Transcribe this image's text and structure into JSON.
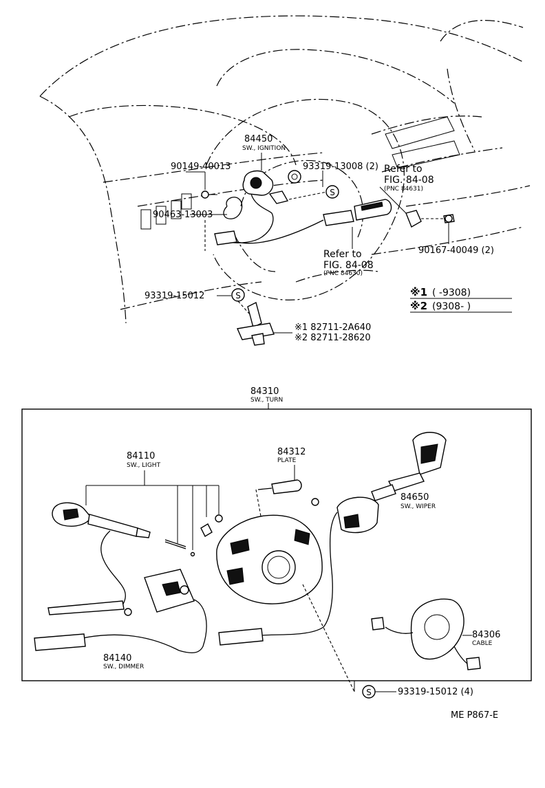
{
  "top": {
    "ignition_pn": "84450",
    "ignition_name": "SW., IGNITION",
    "screw_left": "90149-40013",
    "screw_s_top": "93319-13008 (2)",
    "clamp": "90463-13003",
    "refer_a_line1": "Refer to",
    "refer_a_line2": "FIG. 84-08",
    "refer_a_pnc": "(PNC 84631)",
    "refer_b_line1": "Refer to",
    "refer_b_line2": "FIG. 84-08",
    "refer_b_pnc": "(PNC 84630)",
    "bolt_right": "90167-40049 (2)",
    "screw_s_left": "93319-15012",
    "bracket_1": "※1 82711-2A640",
    "bracket_2": "※2 82711-28620",
    "note1_mark": "※1",
    "note1_range": "(        -9308)",
    "note2_mark": "※2",
    "note2_range": "(9308-           )"
  },
  "bottom": {
    "turn_pn": "84310",
    "turn_name": "SW., TURN",
    "light_pn": "84110",
    "light_name": "SW., LIGHT",
    "plate_pn": "84312",
    "plate_name": "PLATE",
    "wiper_pn": "84650",
    "wiper_name": "SW., WIPER",
    "cable_pn": "84306",
    "cable_name": "CABLE",
    "dimmer_pn": "84140",
    "dimmer_name": "SW., DIMMER",
    "screw_s_bottom": "93319-15012 (4)"
  },
  "footer": {
    "code": "ME  P867-E"
  },
  "icons": {
    "s_mark": "S"
  }
}
